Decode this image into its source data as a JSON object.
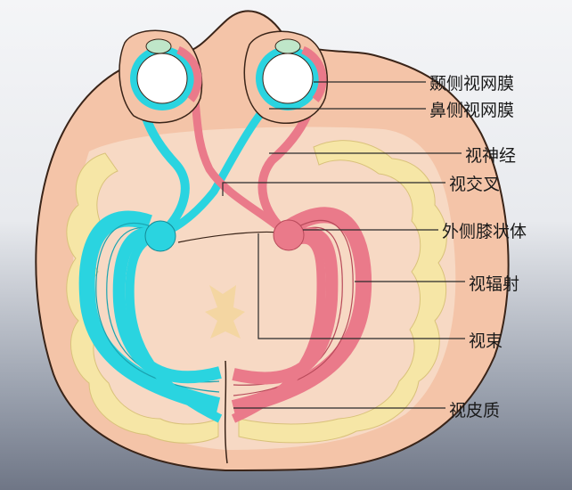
{
  "labels": {
    "temporal_retina": "颞侧视网膜",
    "nasal_retina": "鼻侧视网膜",
    "optic_nerve": "视神经",
    "optic_chiasm": "视交叉",
    "lateral_geniculate": "外侧膝状体",
    "optic_radiation": "视辐射",
    "optic_tract": "视束",
    "visual_cortex": "视皮质"
  },
  "colors": {
    "skin": "#f4c4a8",
    "skin_outline": "#3a2418",
    "brain_fill": "#f7d9c4",
    "cortex": "#f6e6a6",
    "left_pathway": "#2ad4e0",
    "right_pathway": "#ea7a8a",
    "cornea": "#bfe6c9",
    "label_line": "#2a2a2a"
  }
}
